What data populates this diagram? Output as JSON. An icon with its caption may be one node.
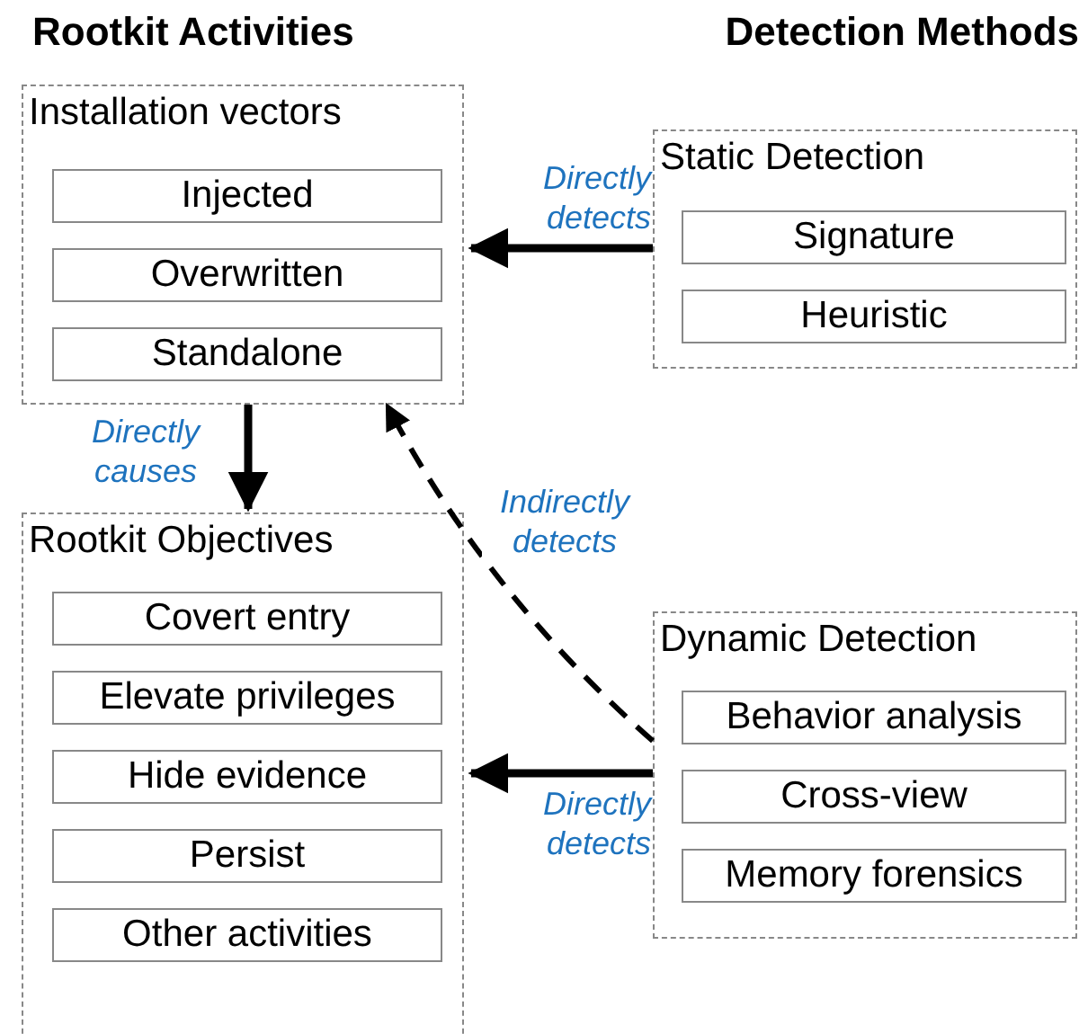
{
  "diagram": {
    "nodes": [
      {
        "text": [
          "Installation vectors"
        ]
      },
      {
        "text": [
          "Injected"
        ],
        "in": 0
      },
      {
        "text": [
          "Overwritten"
        ],
        "in": 0
      },
      {
        "text": [
          "Standalone"
        ],
        "in": 0
      },
      {
        "text": [
          "Rootkit Objectives"
        ]
      },
      {
        "text": [
          "Covert entry"
        ],
        "in": 4
      },
      {
        "text": [
          "Elevate privileges"
        ],
        "in": 4
      },
      {
        "text": [
          "Hide evidence"
        ],
        "in": 4
      },
      {
        "text": [
          "Persist"
        ],
        "in": 4
      },
      {
        "text": [
          "Other activities"
        ],
        "in": 4
      },
      {
        "text": [
          "Static Detection"
        ]
      },
      {
        "text": [
          "Signature"
        ],
        "in": 10
      },
      {
        "text": [
          "Heuristic"
        ],
        "in": 10
      },
      {
        "text": [
          "Dynamic Detection"
        ]
      },
      {
        "text": [
          "Behavior analysis"
        ],
        "in": 13
      },
      {
        "text": [
          "Cross-view"
        ],
        "in": 13
      },
      {
        "text": [
          "Memory forensics"
        ],
        "in": 13
      }
    ],
    "edges": [
      {
        "from": 10,
        "to": 0,
        "arrow": "to",
        "label": "Directly detects"
      },
      {
        "from": 0,
        "to": 4,
        "arrow": "to",
        "label": "Directly causes"
      },
      {
        "from": 13,
        "to": 0,
        "arrow": "to",
        "label": "Indirectly detects",
        "style": "dashed"
      },
      {
        "from": 13,
        "to": 4,
        "arrow": "to",
        "label": "Directly detects"
      }
    ],
    "labels": [
      "Rootkit Activities",
      "Detection Methods"
    ]
  }
}
